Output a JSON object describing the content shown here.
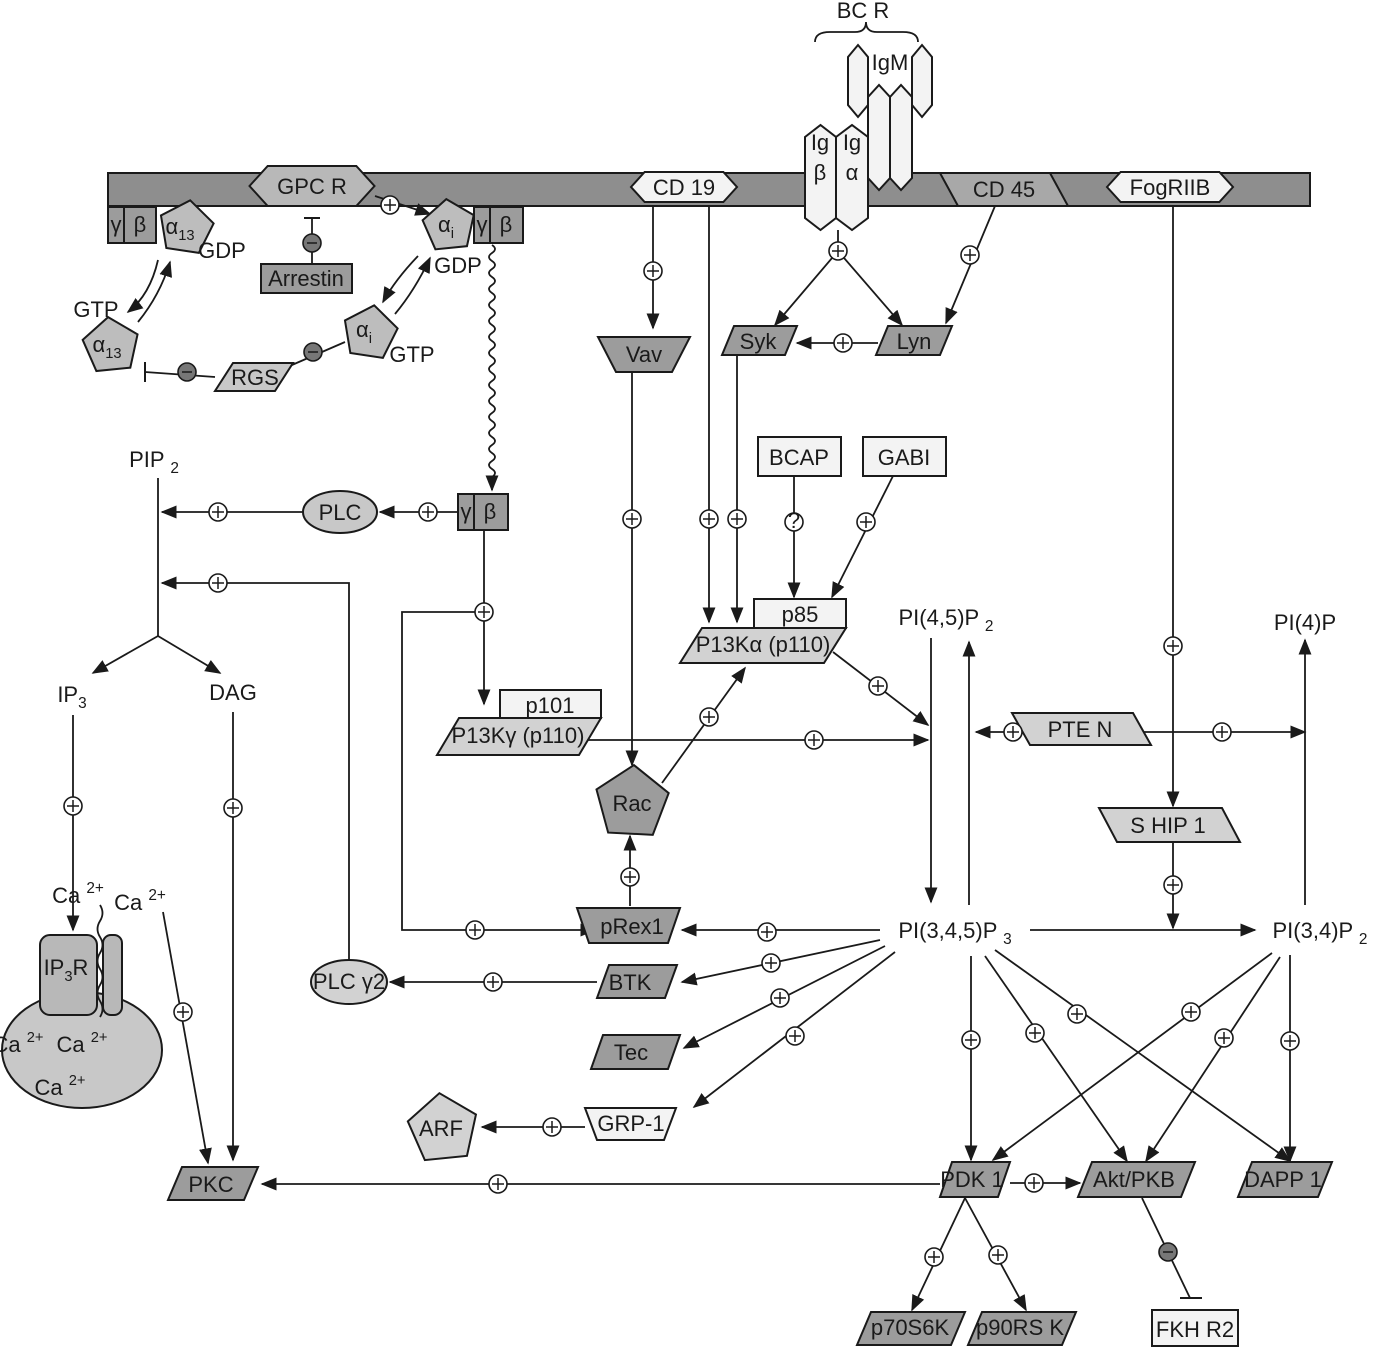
{
  "diagram": {
    "receptor_group_label": "BC R",
    "colors": {
      "membrane": "#8e8e8e",
      "dark_node": "#9c9c9c",
      "light_node": "#d2d2d2",
      "white_node": "#f3f3f3",
      "line": "#1a1a1a"
    },
    "nodes": [
      {
        "id": "igm",
        "label": "IgM"
      },
      {
        "id": "igb",
        "label": "Ig",
        "sub2": "β"
      },
      {
        "id": "iga",
        "label": "Ig",
        "sub2": "α"
      },
      {
        "id": "gpcr",
        "label": "GPC R"
      },
      {
        "id": "cd19",
        "label": "CD 19"
      },
      {
        "id": "cd45",
        "label": "CD 45"
      },
      {
        "id": "fcgr",
        "label": "FogRIIB"
      },
      {
        "id": "g1",
        "label": "γ"
      },
      {
        "id": "b1",
        "label": "β"
      },
      {
        "id": "a13a",
        "label": "α",
        "sub": "13"
      },
      {
        "id": "gdp1",
        "label": "GDP"
      },
      {
        "id": "arrestin",
        "label": "Arrestin"
      },
      {
        "id": "aia",
        "label": "α",
        "sub": "i"
      },
      {
        "id": "g2",
        "label": "γ"
      },
      {
        "id": "b2",
        "label": "β"
      },
      {
        "id": "gdp2",
        "label": "GDP"
      },
      {
        "id": "gtp1",
        "label": "GTP"
      },
      {
        "id": "a13b",
        "label": "α",
        "sub": "13"
      },
      {
        "id": "rgs",
        "label": "RGS"
      },
      {
        "id": "aib",
        "label": "α",
        "sub": "i"
      },
      {
        "id": "gtp2",
        "label": "GTP"
      },
      {
        "id": "g3",
        "label": "γ"
      },
      {
        "id": "b3",
        "label": "β"
      },
      {
        "id": "plc",
        "label": "PLC"
      },
      {
        "id": "pip2",
        "label": "PIP ",
        "sub": "2"
      },
      {
        "id": "ip3",
        "label": "IP",
        "sub": "3"
      },
      {
        "id": "dag",
        "label": "DAG"
      },
      {
        "id": "vav",
        "label": "Vav"
      },
      {
        "id": "syk",
        "label": "Syk"
      },
      {
        "id": "lyn",
        "label": "Lyn"
      },
      {
        "id": "bcap",
        "label": "BCAP"
      },
      {
        "id": "gabi",
        "label": "GABI"
      },
      {
        "id": "p85",
        "label": "p85"
      },
      {
        "id": "pi3ka",
        "label": "P13Kα (p110)"
      },
      {
        "id": "p101",
        "label": "p101"
      },
      {
        "id": "pi3kg",
        "label": "P13Kγ (p110)"
      },
      {
        "id": "rac",
        "label": "Rac"
      },
      {
        "id": "prex1",
        "label": "pRex1"
      },
      {
        "id": "btk",
        "label": "BTK"
      },
      {
        "id": "tec",
        "label": "Tec"
      },
      {
        "id": "grp1",
        "label": "GRP-1"
      },
      {
        "id": "arf",
        "label": "ARF"
      },
      {
        "id": "plcg2",
        "label": "PLC γ2"
      },
      {
        "id": "ip3r",
        "label": "IP",
        "sub": "3",
        "tail": "R"
      },
      {
        "id": "ca1",
        "label": "Ca ",
        "sup": "2+"
      },
      {
        "id": "ca2",
        "label": "Ca ",
        "sup": "2+"
      },
      {
        "id": "ca3",
        "label": "Ca ",
        "sup": "2+"
      },
      {
        "id": "ca4",
        "label": "Ca ",
        "sup": "2+"
      },
      {
        "id": "ca5",
        "label": "Ca ",
        "sup": "2+"
      },
      {
        "id": "pkc",
        "label": "PKC"
      },
      {
        "id": "pi45p2",
        "label": "PI(4,5)P ",
        "sub": "2"
      },
      {
        "id": "pi4p",
        "label": "PI(4)P"
      },
      {
        "id": "pten",
        "label": "PTE N"
      },
      {
        "id": "ship1",
        "label": "S HIP 1"
      },
      {
        "id": "pip3",
        "label": "PI(3,4,5)P ",
        "sub": "3"
      },
      {
        "id": "pi34p2",
        "label": "PI(3,4)P ",
        "sub": "2"
      },
      {
        "id": "pdk1",
        "label": "PDK 1"
      },
      {
        "id": "akt",
        "label": "Akt/PKB"
      },
      {
        "id": "dapp1",
        "label": "DAPP 1"
      },
      {
        "id": "p70",
        "label": "p70S6K"
      },
      {
        "id": "p90",
        "label": "p90RS K"
      },
      {
        "id": "fkhr2",
        "label": "FKH R2"
      }
    ],
    "unknown_mark": "?"
  }
}
